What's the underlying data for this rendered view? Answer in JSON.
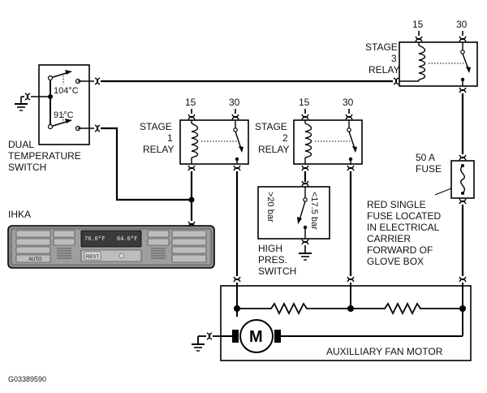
{
  "switch": {
    "label": [
      "DUAL",
      "TEMPERATURE",
      "SWITCH"
    ],
    "temp_high": "104°C",
    "temp_low": "91°C"
  },
  "stage1": {
    "label": [
      "STAGE",
      "1",
      "RELAY"
    ],
    "t15": "15",
    "t30": "30"
  },
  "stage2": {
    "label": [
      "STAGE",
      "2",
      "RELAY"
    ],
    "t15": "15",
    "t30": "30"
  },
  "stage3": {
    "label": [
      "STAGE",
      "3",
      "RELAY"
    ],
    "t15": "15",
    "t30": "30"
  },
  "pressure": {
    "high": "<17.5 bar",
    "low": ">20 bar",
    "label": [
      "HIGH",
      "PRES.",
      "SWITCH"
    ]
  },
  "fuse": {
    "label": [
      "50 A",
      "FUSE"
    ],
    "note": [
      "RED SINGLE",
      "FUSE LOCATED",
      "IN ELECTRICAL",
      "CARRIER",
      "FORWARD OF",
      "GLOVE BOX"
    ]
  },
  "ihka": {
    "label": "IHKA",
    "display_left": "70.0°F",
    "display_right": "64.0°F",
    "btn_rest": "REST",
    "btn_auto": "AUTO"
  },
  "motor": {
    "symbol": "M",
    "label": "AUXILLIARY FAN MOTOR"
  },
  "figure_id": "G03389590"
}
